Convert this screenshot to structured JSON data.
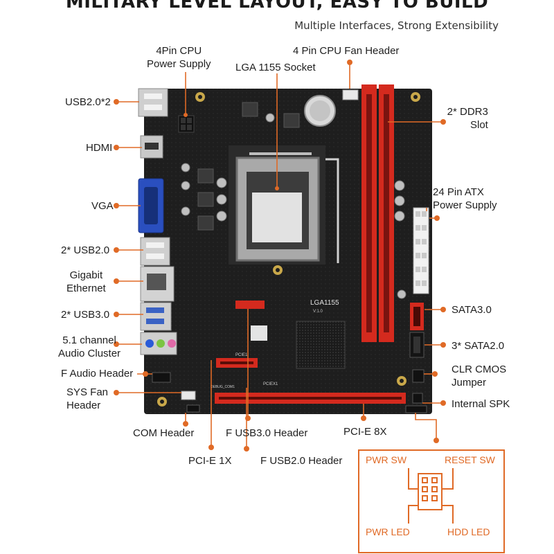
{
  "header": {
    "title": "MILITARY LEVEL LAYOUT, EASY TO BUILD",
    "subtitle": "Multiple Interfaces, Strong Extensibility"
  },
  "board_print": {
    "socket_model": "LGA1155",
    "version": "V:1.0",
    "slot_pcie1": "PCIE1",
    "slot_pciex1": "PCIEX1",
    "debug_com": "DEBUG_COM1"
  },
  "labels": {
    "cpu_power": [
      "4Pin CPU",
      "Power Supply"
    ],
    "fan_header": "4 Pin CPU Fan Header",
    "socket": "LGA 1155 Socket",
    "usb_top": "USB2.0*2",
    "hdmi": "HDMI",
    "ddr3": [
      "2* DDR3",
      "Slot"
    ],
    "vga": "VGA",
    "atx": [
      "24 Pin ATX",
      "Power Supply"
    ],
    "usb2": "2* USB2.0",
    "ethernet": [
      "Gigabit",
      "Ethernet"
    ],
    "usb3": "2* USB3.0",
    "sata3": "SATA3.0",
    "audio": [
      "5.1 channel",
      "Audio Cluster"
    ],
    "sata2": "3* SATA2.0",
    "f_audio": "F Audio Header",
    "clr_cmos": [
      "CLR CMOS",
      "Jumper"
    ],
    "sys_fan": [
      "SYS Fan",
      "Header"
    ],
    "internal_spk": "Internal SPK",
    "com": "COM Header",
    "f_usb3": "F USB3.0 Header",
    "pcie8": "PCI-E 8X",
    "pcie1": "PCI-E 1X",
    "f_usb2": "F USB2.0 Header"
  },
  "jumper_box": {
    "pwr_sw": "PWR SW",
    "reset_sw": "RESET SW",
    "pwr_led": "PWR LED",
    "hdd_led": "HDD  LED"
  },
  "colors": {
    "accent": "#e06a26",
    "board": "#1e1e1e",
    "slot_red": "#d42a1e"
  }
}
